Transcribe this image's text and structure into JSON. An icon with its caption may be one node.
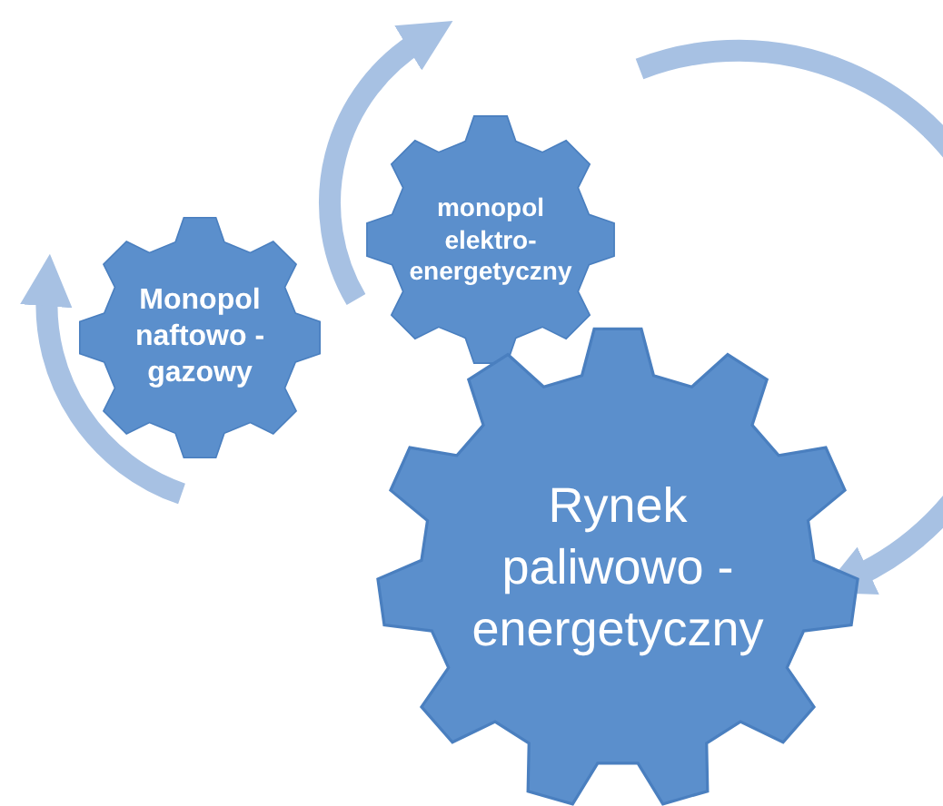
{
  "diagram": {
    "nodes": [
      {
        "text": [
          "monopol elektro- energetyczny"
        ]
      },
      {
        "text": [
          "Monopol naftowo - gazowy"
        ]
      },
      {
        "text": [
          "Rynek paliwowo - energetyczny"
        ]
      }
    ],
    "edges": []
  }
}
